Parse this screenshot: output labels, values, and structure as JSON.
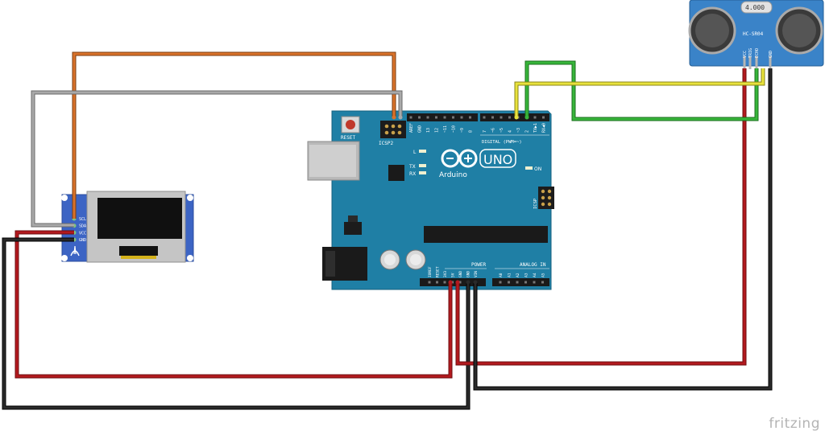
{
  "sensor": {
    "display": "4.000",
    "model": "HC-SR04",
    "pins": [
      "VCC",
      "TRIG",
      "ECHO",
      "GND"
    ]
  },
  "oled": {
    "pins": [
      "SCL",
      "SDA",
      "VCC",
      "GND"
    ]
  },
  "arduino": {
    "logo_text": "UNO",
    "brand": "Arduino",
    "reset_label": "RESET",
    "icsp2_label": "ICSP2",
    "icsp_label": "ICSP",
    "on_label": "ON",
    "led_labels": [
      "L",
      "TX",
      "RX"
    ],
    "digital_label": "DIGITAL (PWM=~)",
    "top_pins": [
      "AREF",
      "GND",
      "13",
      "12",
      "~11",
      "~10",
      "~9",
      "8",
      "7",
      "~6",
      "~5",
      "4",
      "~3",
      "2",
      "TX▶1",
      "RX◀0"
    ],
    "power_label": "POWER",
    "power_pins": [
      "IOREF",
      "RESET",
      "3V3",
      "5V",
      "GND",
      "GND",
      "VIN"
    ],
    "analog_label": "ANALOG IN",
    "analog_pins": [
      "A0",
      "A1",
      "A2",
      "A3",
      "A4",
      "A5"
    ]
  },
  "watermark": "fritzing",
  "colors": {
    "board": "#1f7fa5",
    "sensor": "#3a83c8",
    "oled_board": "#3c64c4",
    "wire_red": "#b3191e",
    "wire_black": "#222222",
    "wire_orange": "#d9722a",
    "wire_gray": "#9a9a9a",
    "wire_yellow": "#e8e23c",
    "wire_green": "#37b53a"
  }
}
